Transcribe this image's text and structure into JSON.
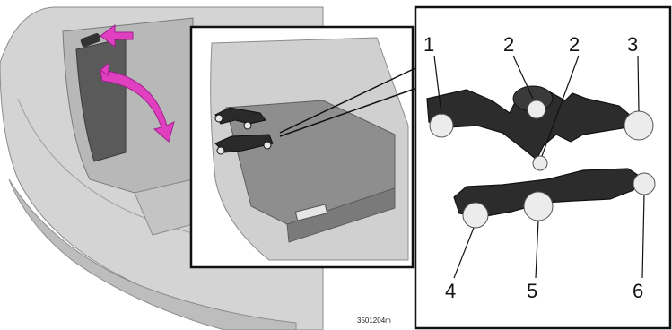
{
  "callouts": [
    {
      "id": "1",
      "label": "1"
    },
    {
      "id": "2a",
      "label": "2"
    },
    {
      "id": "2b",
      "label": "2"
    },
    {
      "id": "3",
      "label": "3"
    },
    {
      "id": "4",
      "label": "4"
    },
    {
      "id": "5",
      "label": "5"
    },
    {
      "id": "6",
      "label": "6"
    }
  ],
  "reference_code": "3501204m",
  "colors": {
    "arrow": "#e040c0",
    "car_body": "#c8c8c8",
    "car_body_dark": "#9a9a9a",
    "panel_fill": "#8a8a8a",
    "bulb_fill": "#e8e8e8",
    "holder_fill": "#2a2a2a",
    "frame": "#111111"
  }
}
